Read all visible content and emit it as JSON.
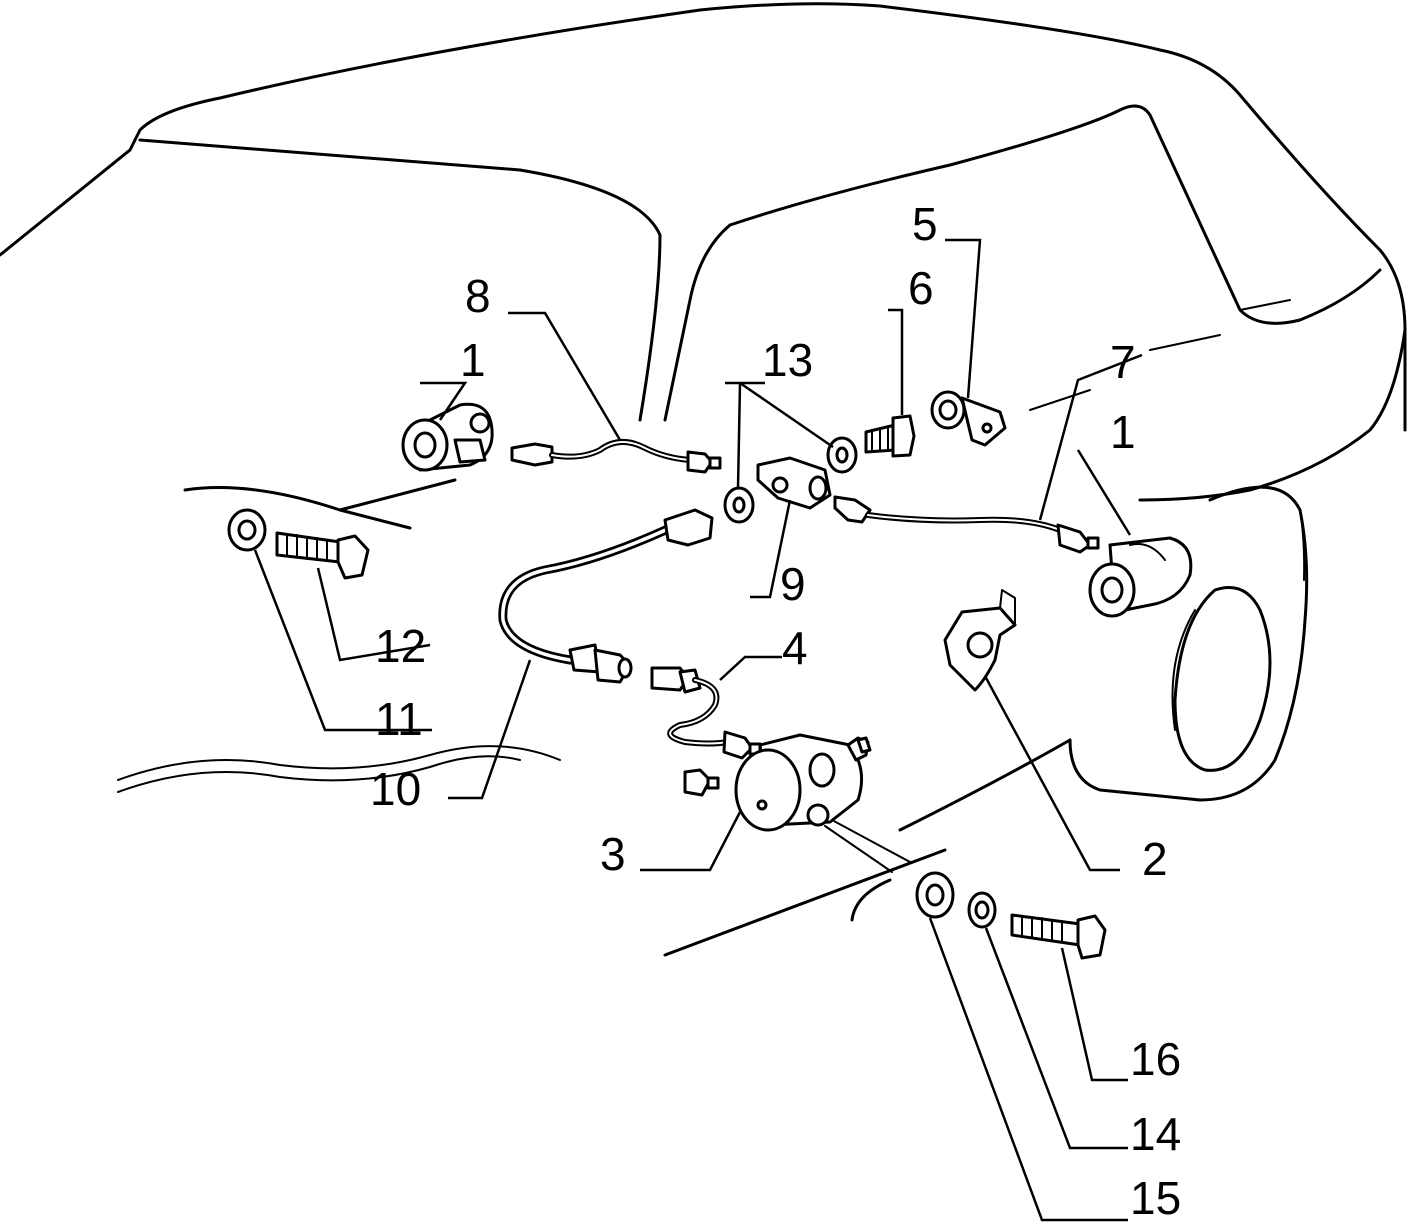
{
  "diagram": {
    "background": "#ffffff",
    "line_color": "#000000",
    "callouts": [
      {
        "id": "c1a",
        "text": "1"
      },
      {
        "id": "c1b",
        "text": "1"
      },
      {
        "id": "c2",
        "text": "2"
      },
      {
        "id": "c3",
        "text": "3"
      },
      {
        "id": "c4",
        "text": "4"
      },
      {
        "id": "c5",
        "text": "5"
      },
      {
        "id": "c6",
        "text": "6"
      },
      {
        "id": "c7",
        "text": "7"
      },
      {
        "id": "c8",
        "text": "8"
      },
      {
        "id": "c9",
        "text": "9"
      },
      {
        "id": "c10",
        "text": "10"
      },
      {
        "id": "c11",
        "text": "11"
      },
      {
        "id": "c12",
        "text": "12"
      },
      {
        "id": "c13",
        "text": "13"
      },
      {
        "id": "c14",
        "text": "14"
      },
      {
        "id": "c15",
        "text": "15"
      },
      {
        "id": "c16",
        "text": "16"
      }
    ]
  }
}
